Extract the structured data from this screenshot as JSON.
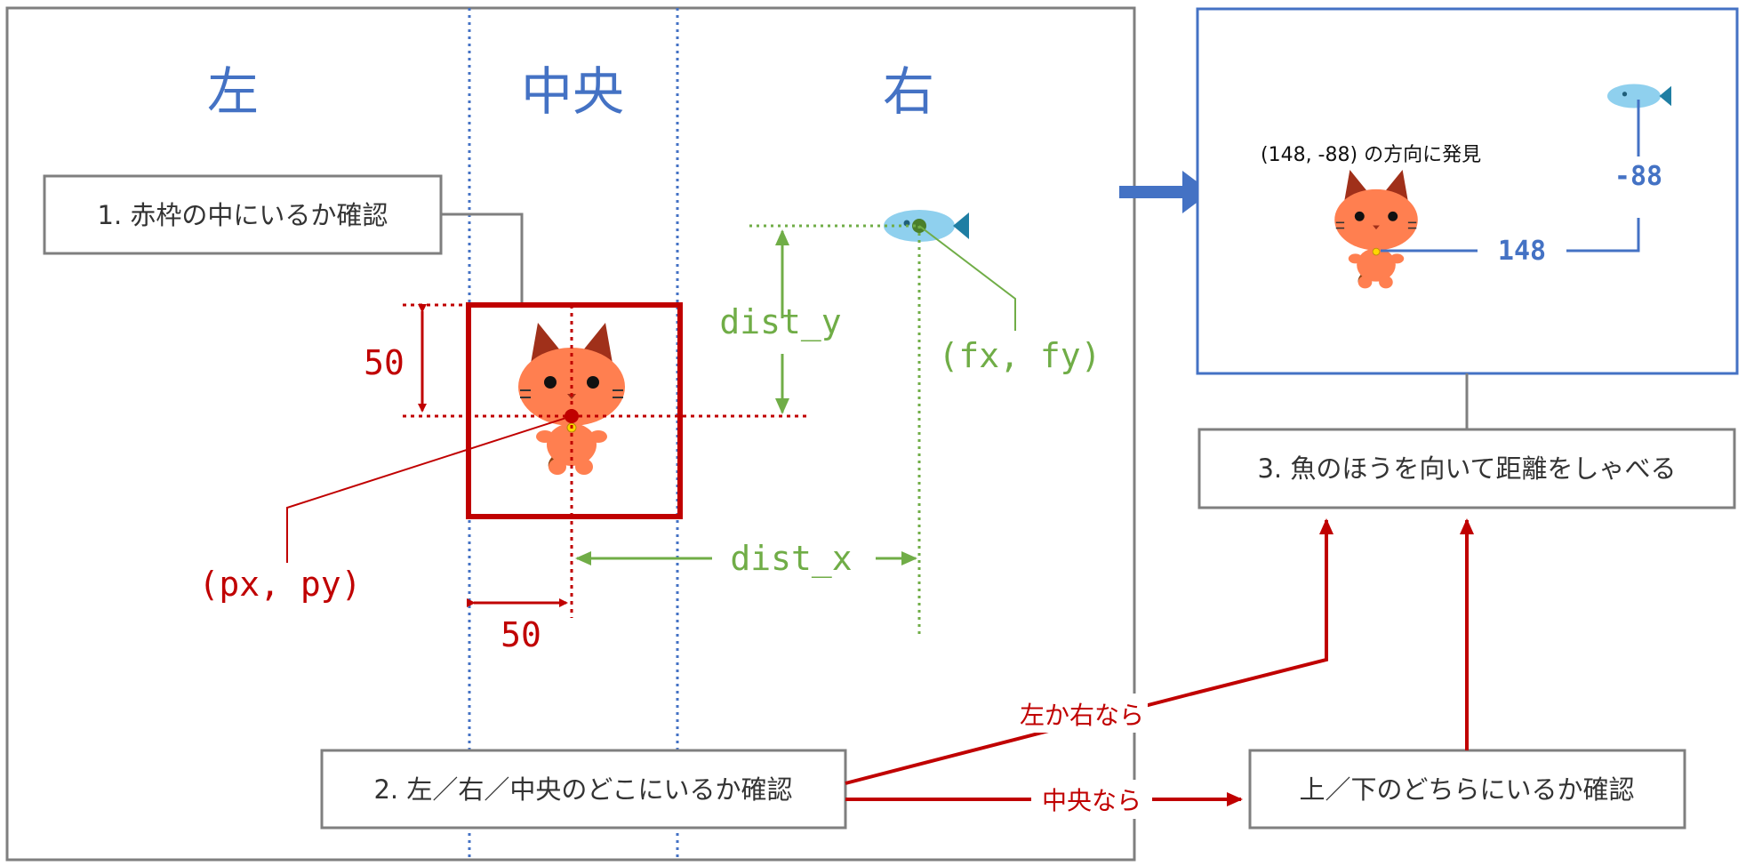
{
  "regions": {
    "left": "左",
    "center": "中央",
    "right": "右"
  },
  "steps": {
    "step1": "1. 赤枠の中にいるか確認",
    "step2": "2. 左／右／中央のどこにいるか確認",
    "step3": "3. 魚のほうを向いて距離をしゃべる",
    "step_updown": "上／下のどちらにいるか確認"
  },
  "labels": {
    "dist_y": "dist_y",
    "dist_x": "dist_x",
    "fish_coord": "(fx, fy)",
    "player_coord": "(px, py)",
    "size_v": "50",
    "size_h": "50"
  },
  "conditions": {
    "left_or_right": "左か右なら",
    "center": "中央なら"
  },
  "result": {
    "found_text": "(148, -88) の方向に発見",
    "dx": "148",
    "dy": "-88"
  },
  "colors": {
    "red": "#c00000",
    "green": "#70ad47",
    "blue": "#4472c4",
    "gray": "#7f7f7f",
    "cat": "#ff7f50",
    "fish": "#8fd0ee"
  },
  "icons": [
    "cat-icon",
    "fish-icon",
    "arrow-right-icon"
  ]
}
